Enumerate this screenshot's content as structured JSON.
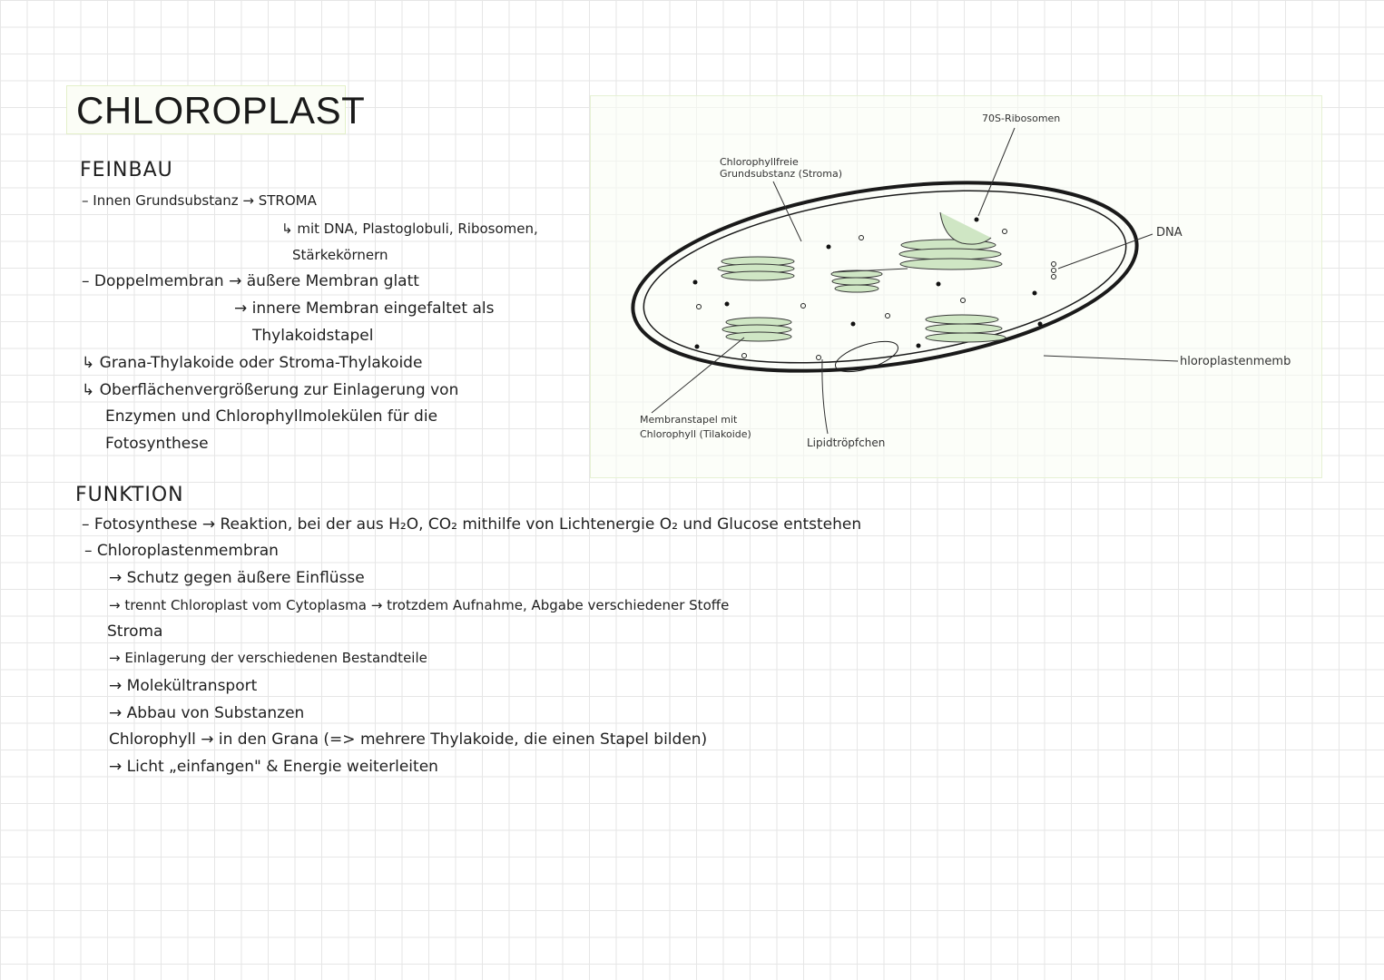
{
  "title": "CHLOROPLAST",
  "feinbau": {
    "heading": "FEINBAU",
    "line1": "– Innen Grundsubstanz → STROMA",
    "line2": "↳ mit DNA, Plastoglobuli, Ribosomen,",
    "line3": "Stärkekörnern",
    "line4": "– Doppelmembran → äußere Membran glatt",
    "line5": "→ innere Membran eingefaltet als",
    "line6": "Thylakoidstapel",
    "line7": "↳ Grana-Thylakoide oder Stroma-Thylakoide",
    "line8": "↳ Oberflächenvergrößerung zur Einlagerung von",
    "line9": "Enzymen und Chlorophyllmolekülen für die",
    "line10": "Fotosynthese"
  },
  "diagram": {
    "label_ribosomen": "70S-Ribosomen",
    "label_stroma_1": "Chlorophyllfreie",
    "label_stroma_2": "Grundsubstanz (Stroma)",
    "label_dna": "DNA",
    "label_membran": "hloroplastenmemb",
    "label_thylakoide_1": "Membranstapel mit",
    "label_thylakoide_2": "Chlorophyll (Tilakoide)",
    "label_lipid": "Lipidtröpfchen",
    "colors": {
      "thylakoid_fill": "#cfe6c4",
      "outline": "#1a1a1a"
    }
  },
  "funktion": {
    "heading": "FUNKTION",
    "line1": "– Fotosynthese → Reaktion, bei der aus H₂O, CO₂ mithilfe von Lichtenergie O₂ und Glucose entstehen",
    "line2": "– Chloroplastenmembran",
    "line3": "→ Schutz gegen äußere Einflüsse",
    "line4": "→ trennt Chloroplast vom Cytoplasma → trotzdem Aufnahme, Abgabe verschiedener Stoffe",
    "line5": "Stroma",
    "line6": "→ Einlagerung der verschiedenen Bestandteile",
    "line7": "→ Molekültransport",
    "line8": "→ Abbau von Substanzen",
    "line9": "Chlorophyll → in den Grana (=> mehrere Thylakoide, die einen Stapel bilden)",
    "line10": "→ Licht „einfangen\" & Energie weiterleiten"
  }
}
